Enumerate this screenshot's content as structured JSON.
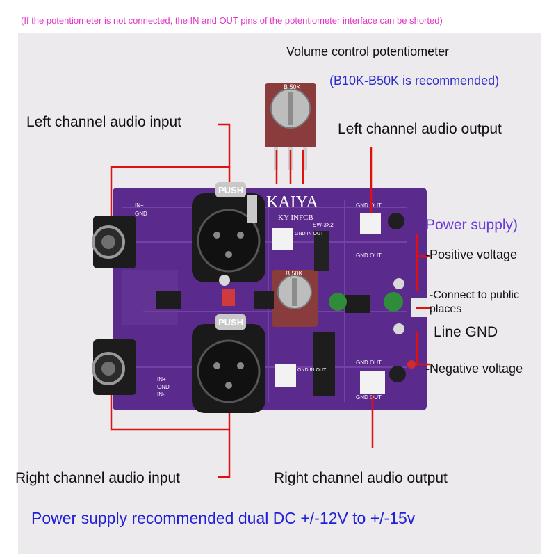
{
  "header_note": "(If the potentiometer is not connected, the IN and OUT pins of the potentiometer interface can be shorted)",
  "labels": {
    "volume_pot": "Volume control potentiometer",
    "pot_recommend": "(B10K-B50K is recommended)",
    "left_input": "Left channel audio input",
    "left_output": "Left channel audio output",
    "power_supply": "Power supply)",
    "positive_voltage": "-Positive voltage",
    "connect_public": "-Connect to public",
    "places": "places",
    "line_gnd": "Line GND",
    "negative_voltage": "-Negative voltage",
    "right_input": "Right channel audio input",
    "right_output": "Right channel audio output"
  },
  "footer": "Power supply recommended dual DC +/-12V to +/-15v",
  "pcb": {
    "brand": "KAIYA",
    "model": "KY-INFCB",
    "push1": "PUSH",
    "push2": "PUSH",
    "switch_label": "SW-3X2",
    "pot1_label": "B 50K",
    "pot2_label": "B 50K",
    "in_plus_top": "IN+",
    "gnd_top": "GND",
    "in_plus_bottom": "IN+",
    "gnd_bottom": "GND",
    "in_minus_bottom": "IN-",
    "gnd_out_left_top": "GND OUT",
    "gnd_out_left_bottom": "GND OUT",
    "gnd_out_right_top": "GND OUT",
    "gnd_out_right_bottom": "GND OUT",
    "jst_mid_upper": "GND IN OUT",
    "jst_mid_lower": "GND IN OUT"
  },
  "colors": {
    "pcb": "#5a2a8c",
    "leader": "#e01010",
    "footer": "#1f1fd6",
    "note": "#e535c8",
    "pot_recommend": "#2b2bd0",
    "power_supply": "#6a3ad8"
  }
}
